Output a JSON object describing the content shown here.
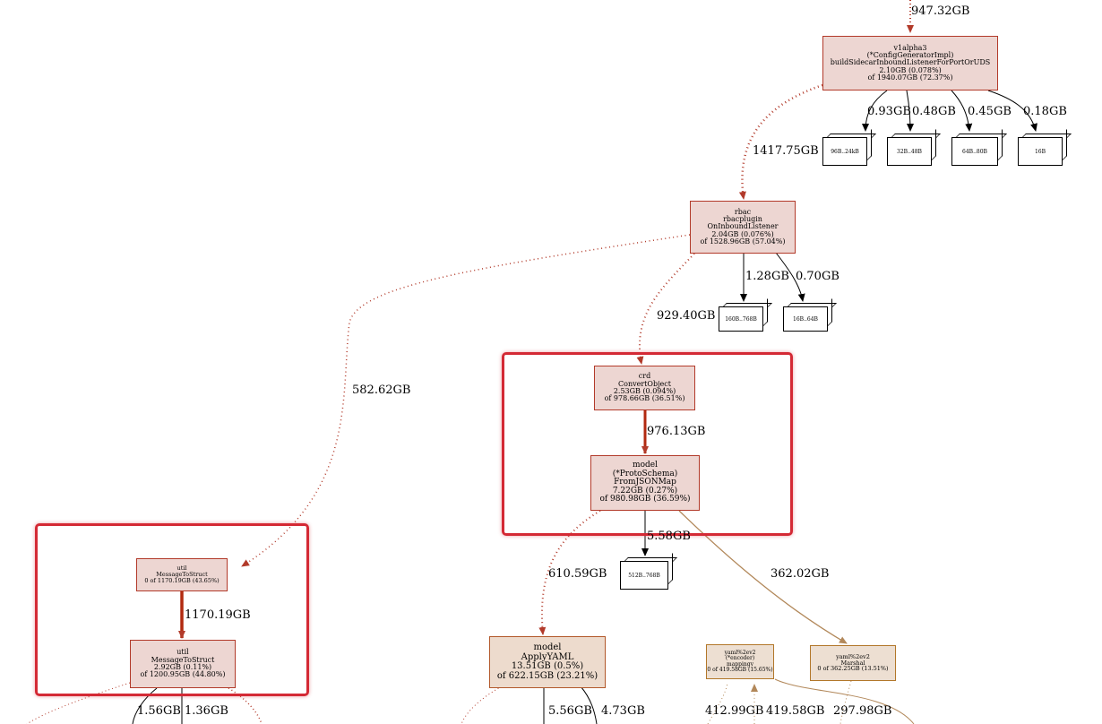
{
  "colors": {
    "edge_red": "#b23a2a",
    "edge_dark": "#b22a10",
    "edge_tan": "#b2885a",
    "edge_black": "#000000",
    "highlight": "#d42a35"
  },
  "nodes": {
    "v1alpha3": {
      "lines": [
        "v1alpha3",
        "(*ConfigGeneratorImpl)",
        "buildSidecarInboundListenerForPortOrUDS",
        "2.10GB (0.078%)",
        "of 1940.07GB (72.37%)"
      ]
    },
    "rbacplugin": {
      "lines": [
        "rbac",
        "rbacplugin",
        "OnInboundListener",
        "2.04GB (0.076%)",
        "of 1528.96GB (57.04%)"
      ]
    },
    "crd_convert": {
      "lines": [
        "crd",
        "ConvertObject",
        "2.53GB (0.094%)",
        "of 978.66GB (36.51%)"
      ]
    },
    "model_fromjson": {
      "lines": [
        "model",
        "(*ProtoSchema)",
        "FromJSONMap",
        "7.22GB (0.27%)",
        "of 980.98GB (36.59%)"
      ]
    },
    "util_msg_a": {
      "lines": [
        "util",
        "MessageToStruct",
        "0 of 1170.19GB (43.65%)"
      ]
    },
    "util_msg_b": {
      "lines": [
        "util",
        "MessageToStruct",
        "2.92GB (0.11%)",
        "of 1200.95GB (44.80%)"
      ]
    },
    "model_applyyaml": {
      "lines": [
        "model",
        "ApplyYAML",
        "13.51GB (0.5%)",
        "of 622.15GB (23.21%)"
      ]
    },
    "yaml_mappingv": {
      "lines": [
        "yaml%2ev2",
        "(*encoder)",
        "mappingv",
        "0 of 419.58GB (15.65%)"
      ]
    },
    "yaml_marshal": {
      "lines": [
        "yaml%2ev2",
        "Marshal",
        "0 of 362.25GB (13.51%)"
      ]
    }
  },
  "boxes": {
    "b1": "96B..24kB",
    "b2": "32B..48B",
    "b3": "64B..80B",
    "b4": "16B",
    "b5": "160B..768B",
    "b6": "16B..64B",
    "b7": "512B..768B"
  },
  "edge_labels": {
    "top_in": "947.32GB",
    "e_b1": "0.93GB",
    "e_b2": "0.48GB",
    "e_b3": "0.45GB",
    "e_b4": "0.18GB",
    "e_rbac": "1417.75GB",
    "e_b5": "1.28GB",
    "e_b6": "0.70GB",
    "e_crd": "929.40GB",
    "e_util": "582.62GB",
    "e_model": "976.13GB",
    "e_b7": "5.58GB",
    "e_apply": "610.59GB",
    "e_marshal": "362.02GB",
    "e_msg": "1170.19GB",
    "e_u1": "1.56GB",
    "e_u2": "1.36GB",
    "e_a1": "5.56GB",
    "e_a2": "4.73GB",
    "e_y1": "412.99GB",
    "e_y2": "419.58GB",
    "e_y3": "297.98GB"
  }
}
